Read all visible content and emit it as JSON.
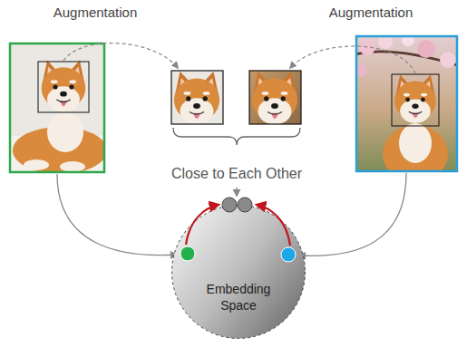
{
  "diagram": {
    "nodes": [
      {
        "text": [
          "Embedding Space"
        ]
      }
    ],
    "labels": [
      "Augmentation",
      "Augmentation",
      "Close to Each Other"
    ]
  }
}
